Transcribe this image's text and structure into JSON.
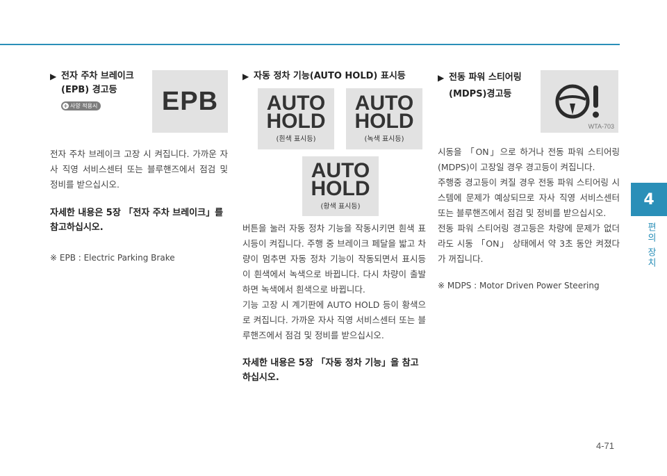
{
  "page": {
    "number": "4-71"
  },
  "side_tab": {
    "number": "4",
    "label": "편의 장치"
  },
  "epb": {
    "heading_line1": "전자 주차 브레이크",
    "heading_line2": "(EPB) 경고등",
    "badge": "사양 적용시",
    "icon_text": "EPB",
    "body": "전자 주차 브레이크 고장 시 켜집니다. 가까운 자사 직영 서비스센터 또는 블루핸즈에서 점검 및 정비를 받으십시오.",
    "ref": "자세한 내용은 5장 「전자 주차 브레이크」를 참고하십시오.",
    "note": "※ EPB : Electric Parking Brake"
  },
  "autohold": {
    "heading": "자동 정차 기능(AUTO HOLD) 표시등",
    "icon_line1": "AUTO",
    "icon_line2": "HOLD",
    "captions": {
      "white": "(흰색 표시등)",
      "green": "(녹색 표시등)",
      "amber": "(황색 표시등)"
    },
    "body": [
      "버튼을 눌러 자동 정차 기능을 작동시키면 흰색 표시등이 켜집니다. 주행 중 브레이크 페달을 밟고 차량이 멈추면 자동 정차 기능이 작동되면서 표시등이 흰색에서 녹색으로 바뀝니다. 다시 차량이 출발하면 녹색에서 흰색으로 바뀝니다.",
      "기능 고장 시 계기판에 AUTO HOLD 등이 황색으로 켜집니다. 가까운 자사 직영 서비스센터 또는 블루핸즈에서 점검 및 정비를 받으십시오."
    ],
    "ref": "자세한 내용은 5장 「자동 정차 기능」을 참고하십시오."
  },
  "mdps": {
    "heading_line1": "전동 파워 스티어링",
    "heading_line2": "(MDPS)경고등",
    "figure_code": "WTA-703",
    "body": [
      "시동을 「ON」으로 하거나 전동 파워 스티어링 (MDPS)이 고장일 경우 경고등이 켜집니다.",
      "주행중 경고등이 켜질 경우 전동 파워 스티어링 시스템에 문제가 예상되므로 자사 직영 서비스센터 또는 블루핸즈에서 점검 및 정비를 받으십시오.",
      "전동 파워 스티어링 경고등은 차량에 문제가 없더라도 시동 「ON」 상태에서 약 3초 동안 켜졌다가 꺼집니다."
    ],
    "note": "※ MDPS : Motor Driven Power Steering"
  },
  "colors": {
    "accent": "#2a8fb8",
    "icon_bg": "#e2e2e2"
  },
  "icons": {
    "bullet": "triangle-right-icon",
    "warning": "steering-wheel-warning-icon"
  }
}
